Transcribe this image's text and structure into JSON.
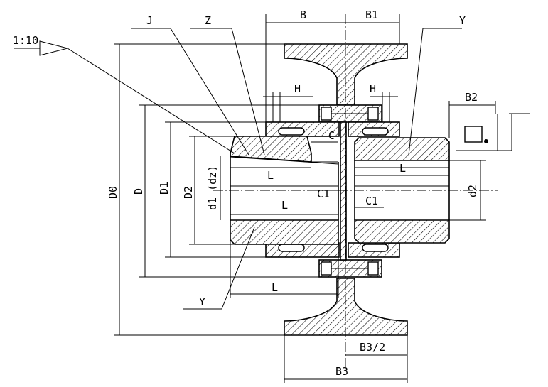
{
  "labels": {
    "taper": "1:10",
    "J": "J",
    "Z": "Z",
    "Y_top": "Y",
    "Y_bottom": "Y",
    "B": "B",
    "B1": "B1",
    "B2": "B2",
    "B3": "B3",
    "B3_half": "B3/2",
    "H_left": "H",
    "H_right": "H",
    "C": "C",
    "C1_left": "C1",
    "C1_right": "C1",
    "L_left_top": "L",
    "L_left_bottom": "L",
    "L_lower": "L",
    "L_right": "L",
    "D0": "D0",
    "D": "D",
    "D1": "D1",
    "D2": "D2",
    "d1": "d1 (dz)",
    "d2": "d2"
  }
}
